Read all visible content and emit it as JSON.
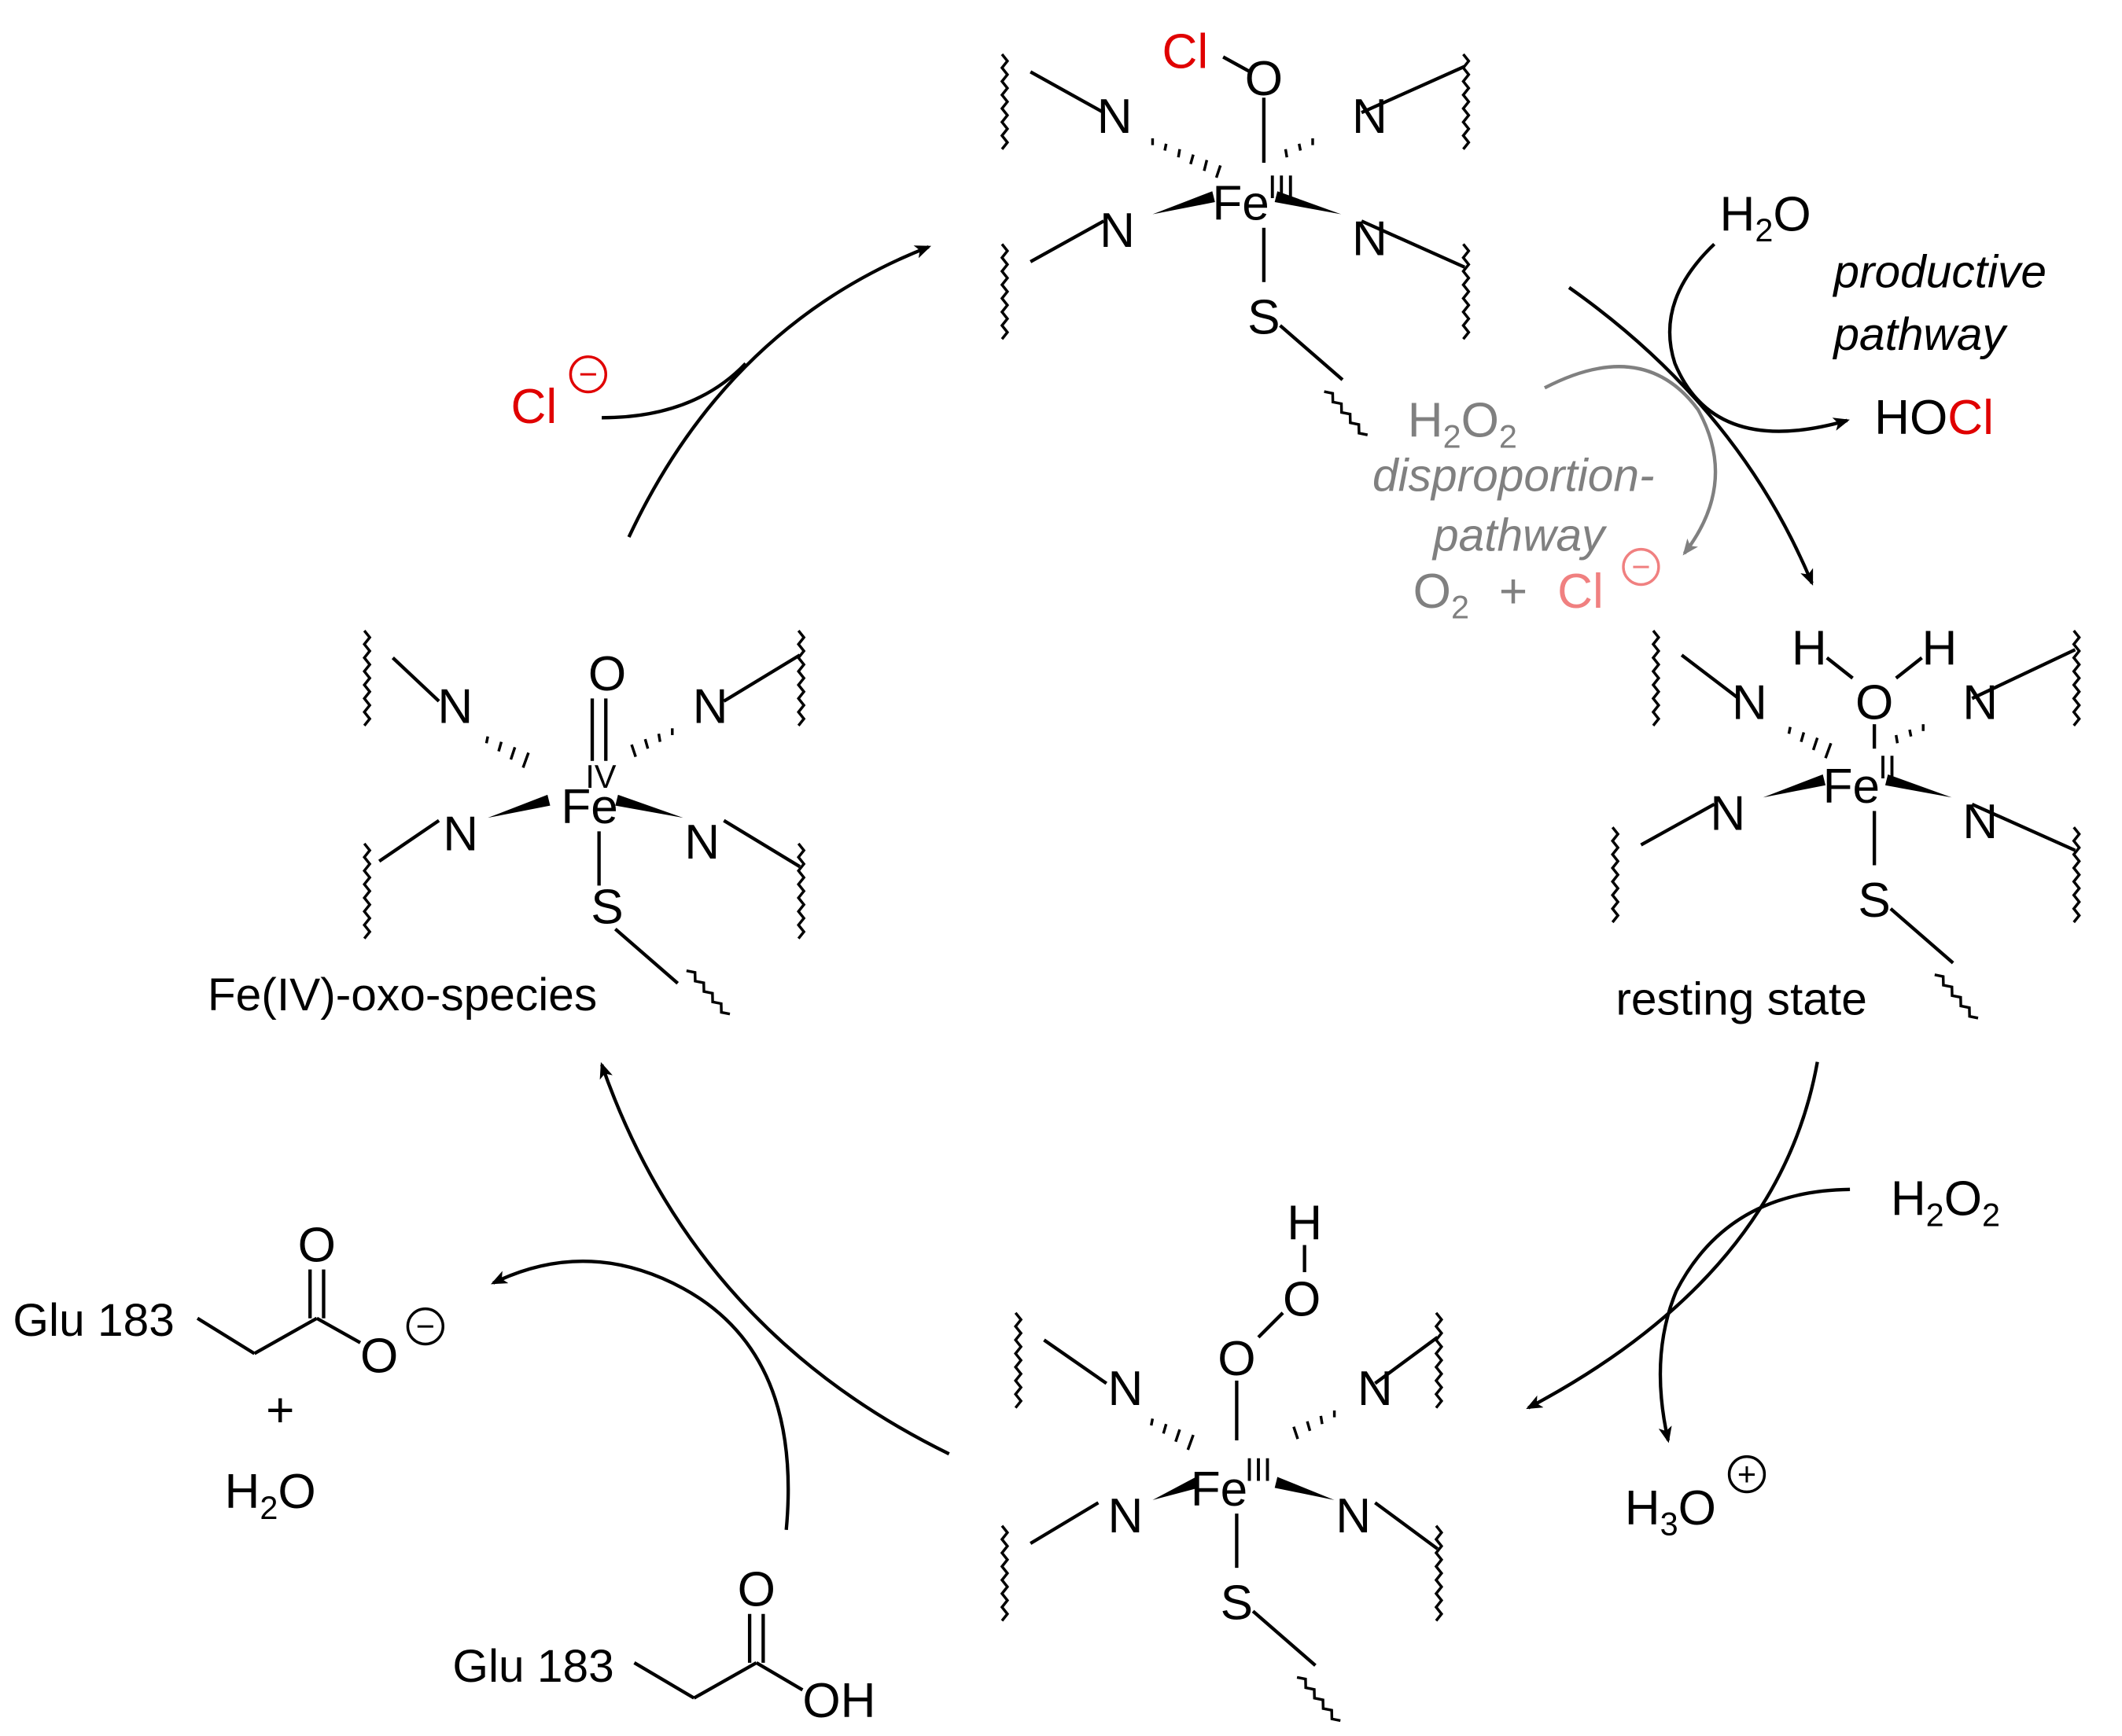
{
  "colors": {
    "ink": "#000000",
    "chlorine": "#e00000",
    "disproportion_gray": "#808080",
    "disproportion_chlorine": "#f08080"
  },
  "complexes": {
    "top": {
      "metal": "Fe",
      "oxidation_state": "III",
      "axial": "O",
      "axial_substituent": "Cl",
      "equatorial": "N",
      "thiolate": "S"
    },
    "right": {
      "metal": "Fe",
      "oxidation_state": "II",
      "axial": "O",
      "axial_h": "H",
      "equatorial": "N",
      "thiolate": "S",
      "name": "resting state"
    },
    "bottom": {
      "metal": "Fe",
      "oxidation_state": "III",
      "axial": "O",
      "peroxo_o": "O",
      "peroxo_h": "H",
      "equatorial": "N",
      "thiolate": "S"
    },
    "left": {
      "metal": "Fe",
      "oxidation_state": "IV",
      "axial": "O",
      "equatorial": "N",
      "thiolate": "S",
      "name": "Fe(IV)-oxo-species"
    }
  },
  "reagents": {
    "chloride": {
      "symbol": "Cl",
      "charge": "−"
    },
    "water_in": {
      "h": "H",
      "sub": "2",
      "o": "O"
    },
    "hocl": {
      "ho": "HO",
      "cl": "Cl"
    },
    "productive_label": [
      "productive",
      "pathway"
    ],
    "disproportion": {
      "h2o2": {
        "h": "H",
        "sub1": "2",
        "o": "O",
        "sub2": "2"
      },
      "label": [
        "disproportion-",
        "pathway"
      ],
      "o2": {
        "o": "O",
        "sub": "2"
      },
      "plus": "+",
      "cl": "Cl",
      "charge": "−"
    },
    "h2o2_in": {
      "h": "H",
      "sub1": "2",
      "o": "O",
      "sub2": "2"
    },
    "h3o_out": {
      "h": "H",
      "sub": "3",
      "o": "O",
      "charge": "+"
    },
    "glu_acid": {
      "residue": "Glu 183",
      "carbonyl_o": "O",
      "hydroxyl": "OH"
    },
    "glu_base": {
      "residue": "Glu 183",
      "carbonyl_o": "O",
      "anion_o": "O",
      "charge": "−"
    },
    "plus": "+",
    "water_out": {
      "h": "H",
      "sub": "2",
      "o": "O"
    }
  }
}
